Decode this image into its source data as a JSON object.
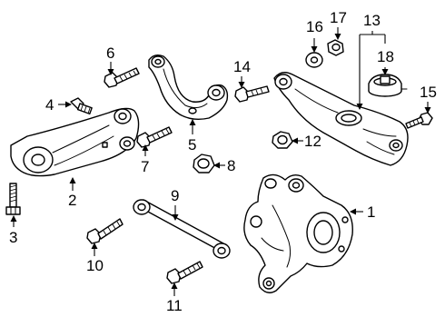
{
  "callouts": {
    "c1": "1",
    "c2": "2",
    "c3": "3",
    "c4": "4",
    "c5": "5",
    "c6": "6",
    "c7": "7",
    "c8": "8",
    "c9": "9",
    "c10": "10",
    "c11": "11",
    "c12": "12",
    "c13": "13",
    "c14": "14",
    "c15": "15",
    "c16": "16",
    "c17": "17",
    "c18": "18"
  },
  "parts": [
    {
      "callout": "1",
      "kind": "knuckle"
    },
    {
      "callout": "2",
      "kind": "lower-control-arm"
    },
    {
      "callout": "3",
      "kind": "bolt"
    },
    {
      "callout": "4",
      "kind": "bolt"
    },
    {
      "callout": "5",
      "kind": "upper-control-arm"
    },
    {
      "callout": "6",
      "kind": "bolt"
    },
    {
      "callout": "7",
      "kind": "bolt"
    },
    {
      "callout": "8",
      "kind": "nut"
    },
    {
      "callout": "9",
      "kind": "toe-link"
    },
    {
      "callout": "10",
      "kind": "bolt"
    },
    {
      "callout": "11",
      "kind": "bolt"
    },
    {
      "callout": "12",
      "kind": "nut"
    },
    {
      "callout": "13",
      "kind": "trailing-arm-assembly"
    },
    {
      "callout": "14",
      "kind": "bolt"
    },
    {
      "callout": "15",
      "kind": "bolt"
    },
    {
      "callout": "16",
      "kind": "washer"
    },
    {
      "callout": "17",
      "kind": "nut"
    },
    {
      "callout": "18",
      "kind": "bushing"
    }
  ]
}
